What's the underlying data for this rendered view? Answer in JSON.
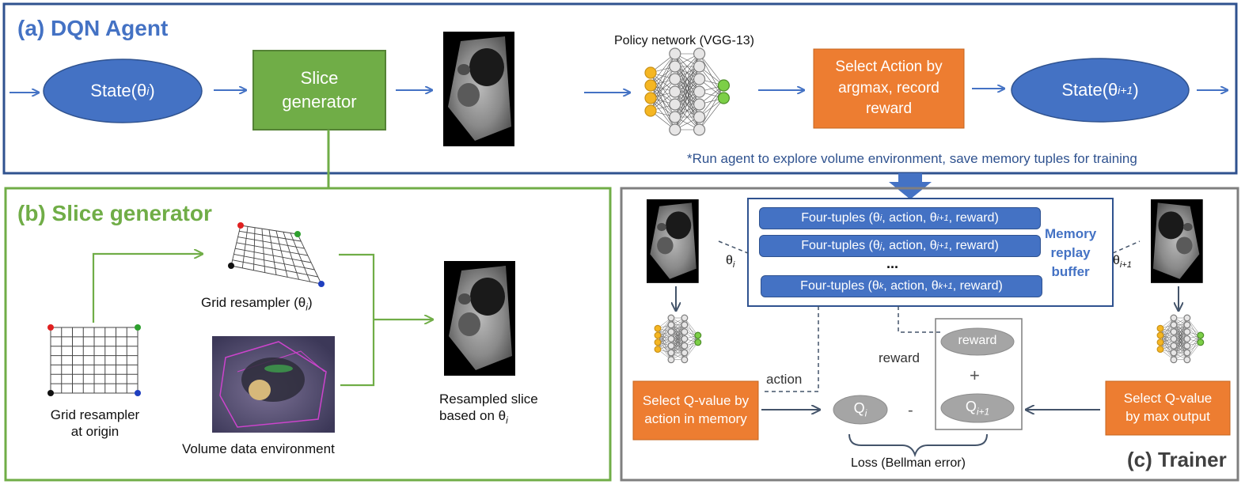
{
  "panel_a": {
    "title": "(a) DQN Agent",
    "state_in": "State(θ",
    "state_in_sub": "i",
    "slice_generator": "Slice generator",
    "policy_label": "Policy network (VGG-13)",
    "select_action": "Select Action by argmax, record reward",
    "state_out": "State(θ",
    "state_out_sub": "i+1",
    "note": "*Run agent to explore volume  environment, save memory tuples for training"
  },
  "panel_b": {
    "title": "(b) Slice generator",
    "grid_resampler_theta": "Grid resampler (θ",
    "grid_resampler_theta_sub": "i",
    "grid_origin": "Grid resampler\nat origin",
    "volume_env": "Volume data environment",
    "resampled": "Resampled slice\nbased on θ",
    "resampled_sub": "i"
  },
  "panel_c": {
    "title": "(c) Trainer",
    "tuples": [
      {
        "prefix": "Four-tuples (θ",
        "a": "i",
        "mid": ", action, θ",
        "b": "i+1",
        "suffix": ", reward)"
      },
      {
        "prefix": "Four-tuples (θ",
        "a": "j",
        "mid": ", action, θ",
        "b": "j+1",
        "suffix": ", reward)"
      },
      {
        "prefix": "Four-tuples (θ",
        "a": "k",
        "mid": ", action, θ",
        "b": "k+1",
        "suffix": ", reward)"
      }
    ],
    "dots": "...",
    "memory_label": "Memory\nreplay\nbuffer",
    "theta_left": "θ",
    "theta_left_sub": "i",
    "theta_right": "θ",
    "theta_right_sub": "i+1",
    "reward_text": "reward",
    "reward_node": "reward",
    "plus": "+",
    "minus": "-",
    "action_text": "action",
    "q_i": "Q",
    "q_i_sub": "i",
    "q_next": "Q",
    "q_next_sub": "i+1",
    "select_q_action": "Select Q-value by action in memory",
    "select_q_max": "Select Q-value by max output",
    "loss": "Loss (Bellman error)"
  },
  "colors": {
    "blue": "#2F528F",
    "blue_fill": "#4472C4",
    "green": "#70AD47",
    "green_dark": "#548235",
    "orange": "#ED7D31",
    "gray": "#7F7F7F"
  }
}
